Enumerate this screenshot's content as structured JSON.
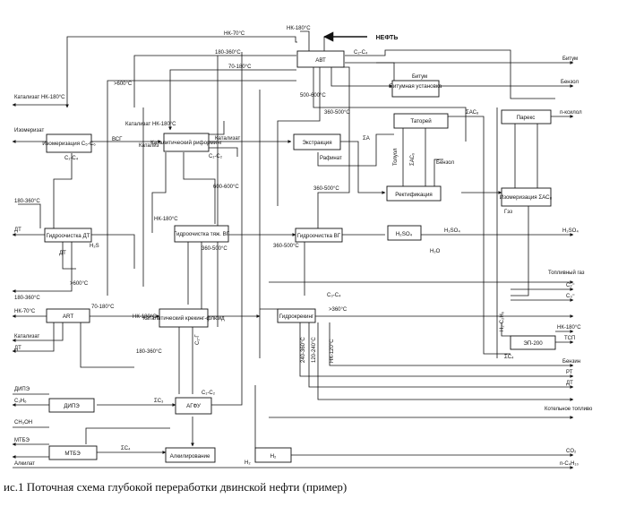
{
  "caption": "ис.1  Поточная схема глубокой переработки двинской нефти (пример)",
  "units": [
    {
      "id": "avt",
      "label": "АВТ"
    },
    {
      "id": "bitumen",
      "label": "Битумная установка"
    },
    {
      "id": "isomer",
      "label": "Изомеризация С₅-С₆"
    },
    {
      "id": "reform",
      "label": "Каталитический риформинг"
    },
    {
      "id": "extract",
      "label": "Экстракция"
    },
    {
      "id": "tatoray",
      "label": "Таторей"
    },
    {
      "id": "parex",
      "label": "Парекс"
    },
    {
      "id": "rect",
      "label": "Ректификация"
    },
    {
      "id": "isomer2",
      "label": "Изомеризация ΣАС₈"
    },
    {
      "id": "hdt_dt",
      "label": "Гидроочистка ДТ"
    },
    {
      "id": "hdt_vg",
      "label": "Гидроочистка тяж. ВГ"
    },
    {
      "id": "hdt_bg",
      "label": "Гидроочистка ВГ"
    },
    {
      "id": "h2so4",
      "label": "H₂SO₄"
    },
    {
      "id": "art",
      "label": "АRТ"
    },
    {
      "id": "fcc",
      "label": "Каталитический крекинг-флюид"
    },
    {
      "id": "hcrack",
      "label": "Гидрокрекинг"
    },
    {
      "id": "ep",
      "label": "ЭП-200"
    },
    {
      "id": "dipe",
      "label": "ДИПЭ"
    },
    {
      "id": "agfu",
      "label": "АГФУ"
    },
    {
      "id": "mtbe",
      "label": "МТБЭ"
    },
    {
      "id": "alk",
      "label": "Алкилирование"
    },
    {
      "id": "h2",
      "label": "H₂"
    }
  ],
  "crude_label": "НЕФТЬ",
  "stream_labels": [
    "НК-70°C",
    "НК-180°C",
    "180-360°C",
    "70-180°C",
    ">600°C",
    "500-600°C",
    "360-500°C",
    "С₂-С₄",
    "Битум",
    "ΣАС₈",
    "Толуол",
    "ΣАС₉",
    "Бензол",
    "Рафинат",
    "ΣА",
    "Катализат НК-180°C",
    "ВСГ",
    "С₁-С₄",
    "Катализат",
    "С₁-С₂",
    "360-500°C",
    "600-600°C",
    "НК-180°C",
    "Гэз",
    "Н₂S",
    "H₂SO₄",
    "Н₂O",
    "360-500°C",
    "ДТ",
    ">600°C",
    "70-180°C",
    "С₃-С₄",
    ">360°C",
    "С₁-Г",
    "Н₂-С₂Н₆",
    "ΣС₄",
    "С₁-С₂",
    "ΣС₃",
    "360-500°C",
    "240-360°C",
    "120-240°C",
    "НК-120°C",
    "Н₂",
    "ΣС₄",
    "180-360°C",
    "Катализ",
    "НК-180°C"
  ],
  "left_labels": [
    "Катализат НК-180°C",
    "Изомеризат",
    "180-360°C",
    "ДТ",
    "180-360°C",
    "НК-70°C",
    "Катализат",
    "ДТ",
    "ДИПЭ",
    "C₃H₆",
    "CH₃OH",
    "МТБЭ",
    "Алкилат"
  ],
  "right_labels": [
    "Битум",
    "Бензол",
    "п-ксилол",
    "Н₂SO₄",
    "Топливный газ",
    "С₂⁼",
    "С₃⁼",
    "НК-180°C",
    "ТСП",
    "Бензин",
    "РТ",
    "ДТ",
    "Котельное топливо",
    "CO₂",
    "n-C₄H₁₀"
  ]
}
